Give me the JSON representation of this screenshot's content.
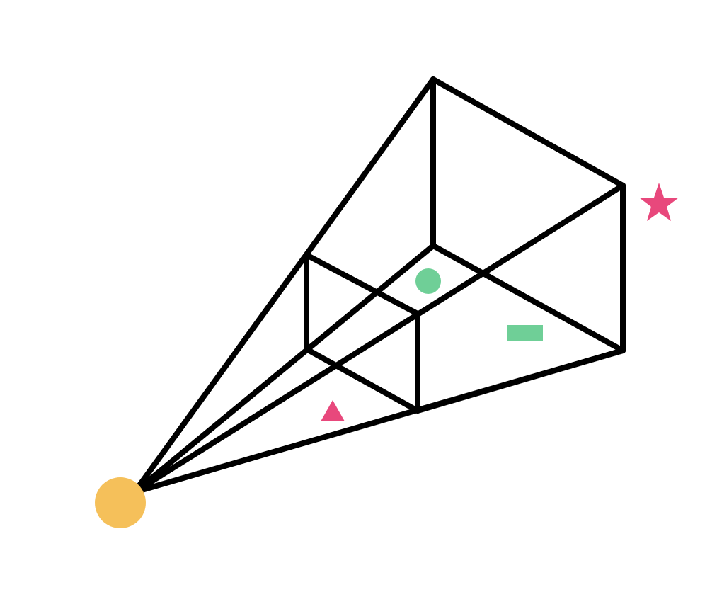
{
  "diagram": {
    "type": "camera-view-frustum",
    "colors": {
      "background": "#ffffff",
      "edges": "#000000",
      "camera_origin": "#F5C05A",
      "outside_objects": "#E8487C",
      "inside_objects": "#6FCF97"
    },
    "elements": [
      {
        "kind": "camera-origin",
        "shape": "circle",
        "color": "#F5C05A"
      },
      {
        "kind": "frustum-wireframe",
        "planes": [
          "near-plane",
          "far-plane"
        ],
        "color": "#000000"
      },
      {
        "kind": "object",
        "shape": "circle",
        "color": "#6FCF97",
        "inside_frustum": true
      },
      {
        "kind": "object",
        "shape": "rectangle",
        "color": "#6FCF97",
        "inside_frustum": true
      },
      {
        "kind": "object",
        "shape": "triangle",
        "color": "#E8487C",
        "inside_frustum": false
      },
      {
        "kind": "object",
        "shape": "star",
        "color": "#E8487C",
        "inside_frustum": false
      }
    ]
  }
}
